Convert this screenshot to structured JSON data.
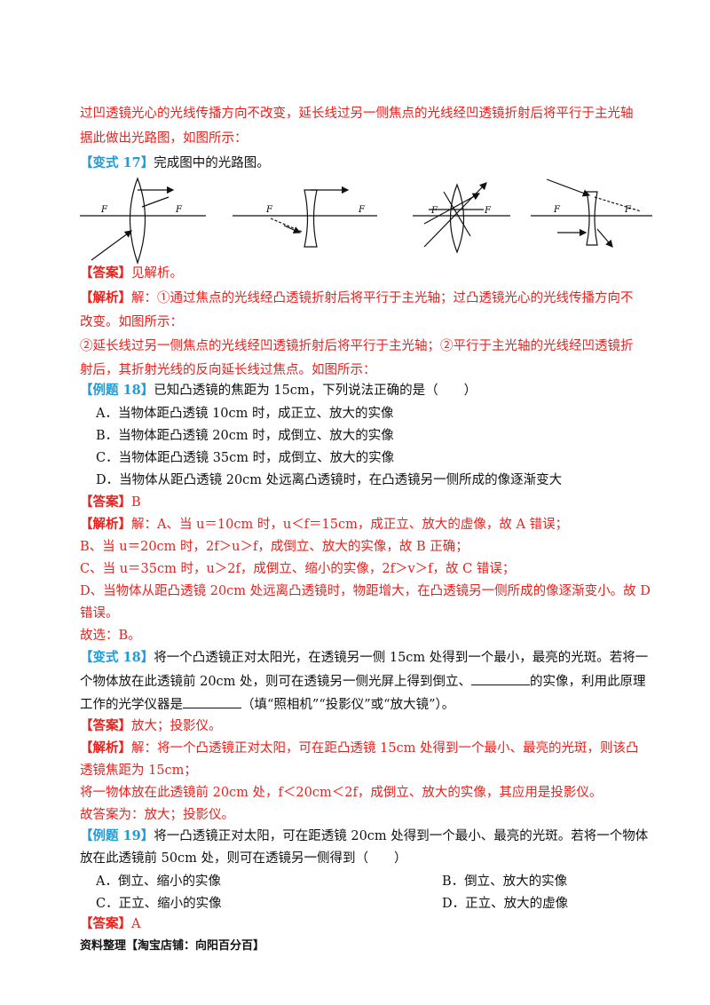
{
  "intro": {
    "line1": "过凹透镜光心的光线传播方向不改变，延长线过另一侧焦点的光线经凹透镜折射后将平行于主光轴",
    "line2": "据此做出光路图，如图所示："
  },
  "var17": {
    "tag": "【变式 17】",
    "text": "完成图中的光路图。",
    "figure_labels": {
      "f": "F"
    },
    "answer_tag": "【答案】",
    "answer": "见解析。",
    "analysis_tag": "【解析】",
    "analysis_line1": "解：①通过焦点的光线经凸透镜折射后将平行于主光轴；过凸透镜光心的光线传播方向不",
    "analysis_line2": "改变。如图所示：",
    "analysis_line3": "②延长线过另一侧焦点的光线经凹透镜折射后将平行于主光轴；②平行于主光轴的光线经凹透镜折",
    "analysis_line4": "射后，其折射光线的反向延长线过焦点。如图所示："
  },
  "ex18": {
    "tag": "【例题 18】",
    "question": "已知凸透镜的焦距为 15cm，下列说法正确的是（　　）",
    "options": [
      "A．当物体距凸透镜 10cm 时，成正立、放大的实像",
      "B．当物体距凸透镜 20cm 时，成倒立、放大的实像",
      "C．当物体距凸透镜 35cm 时，成倒立、放大的实像",
      "D．当物体从距凸透镜 20cm 处远离凸透镜时，在凸透镜另一侧所成的像逐渐变大"
    ],
    "answer_tag": "【答案】",
    "answer": "B",
    "analysis_tag": "【解析】",
    "analysis": [
      "解：A、当 u＝10cm 时，u＜f＝15cm，成正立、放大的虚像，故 A 错误；",
      "B、当 u＝20cm 时，2f＞u＞f，成倒立、放大的实像，故 B 正确；",
      "C、当 u＝35cm 时，u＞2f，成倒立、缩小的实像，2f＞v＞f，故 C 错误；",
      "D、当物体从距凸透镜 20cm 处远离凸透镜时，物距增大，在凸透镜另一侧所成的像逐渐变小。故 D",
      "错误。"
    ],
    "conclusion": "故选：B。"
  },
  "var18": {
    "tag": "【变式 18】",
    "line1": "将一个凸透镜正对太阳光，在透镜另一侧 15cm 处得到一个最小，最亮的光斑。若将一",
    "line2a": "个物体放在此透镜前 20cm 处，则可在透镜另一侧光屏上得到倒立、",
    "line2b": "的实像，利用此原理",
    "line3a": "工作的光学仪器是",
    "line3b": "（填“照相机”“投影仪”或“放大镜”）。",
    "answer_tag": "【答案】",
    "answer": "放大；投影仪。",
    "analysis_tag": "【解析】",
    "analysis_line1": "解：将一个凸透镜正对太阳，可在距凸透镜 15cm 处得到一个最小、最亮的光斑，则该凸",
    "analysis_line2": "透镜焦距为 15cm；",
    "analysis_line3": "将一物体放在此透镜前 20cm 处，f＜20cm＜2f，成倒立、放大的实像，其应用是投影仪。",
    "conclusion": "故答案为：放大；投影仪。"
  },
  "ex19": {
    "tag": "【例题 19】",
    "line1": "将一凸透镜正对太阳，可在距透镜 20cm 处得到一个最小、最亮的光斑。若将一个物体",
    "line2": "放在此透镜前 50cm 处，则可在透镜另一侧得到（　　）",
    "options": [
      "A．倒立、缩小的实像",
      "B．倒立、放大的实像",
      "C．正立、缩小的实像",
      "D．正立、放大的虚像"
    ],
    "answer_tag": "【答案】",
    "answer": "A"
  },
  "footer": "资料整理【淘宝店铺：向阳百分百】"
}
